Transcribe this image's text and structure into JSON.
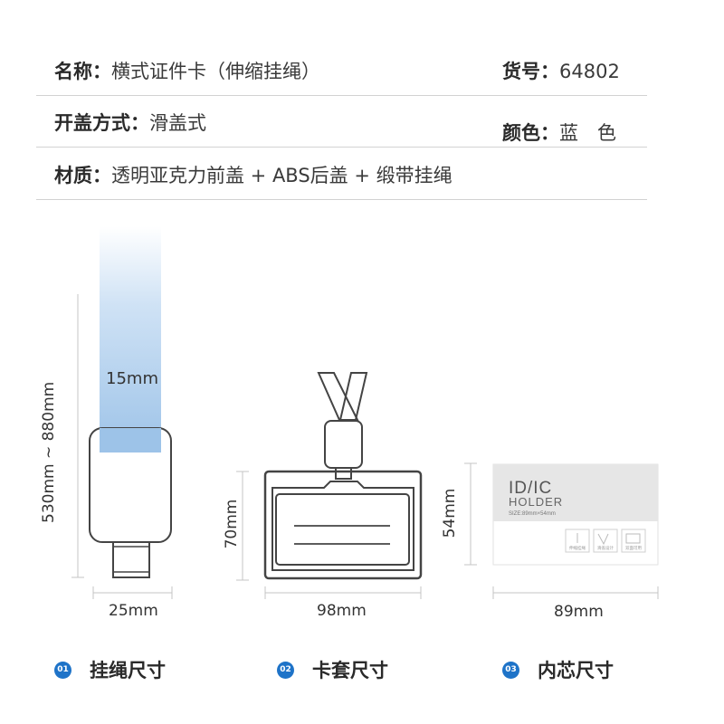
{
  "specs": {
    "name_label": "名称：",
    "name_value": "横式证件卡（伸缩挂绳）",
    "item_no_label": "货号：",
    "item_no_value": "64802",
    "open_label": "开盖方式：",
    "open_value": "滑盖式",
    "color_label": "颜色：",
    "color_value": "蓝　色",
    "material_label": "材质：",
    "material_value": "透明亚克力前盖 + ABS后盖 + 缎带挂绳"
  },
  "lanyard": {
    "width_inner": "15mm",
    "length": "530mm ~ 880mm",
    "width_clip": "25mm",
    "ribbon_color": "#9dc3e8"
  },
  "card_holder": {
    "height": "70mm",
    "width": "98mm"
  },
  "insert_card": {
    "height": "54mm",
    "width": "89mm",
    "title": "ID/IC",
    "subtitle": "HOLDER",
    "size_text": "SIZE:89mm×54mm",
    "icon_captions": [
      "伸缩挂绳",
      "滑盖设计",
      "双面可用"
    ]
  },
  "captions": [
    {
      "badge": "01",
      "label": "挂绳尺寸"
    },
    {
      "badge": "02",
      "label": "卡套尺寸"
    },
    {
      "badge": "03",
      "label": "内芯尺寸"
    }
  ],
  "colors": {
    "accent": "#1e73c8",
    "outline": "#444444",
    "dimension_line": "#c4c4c4"
  }
}
